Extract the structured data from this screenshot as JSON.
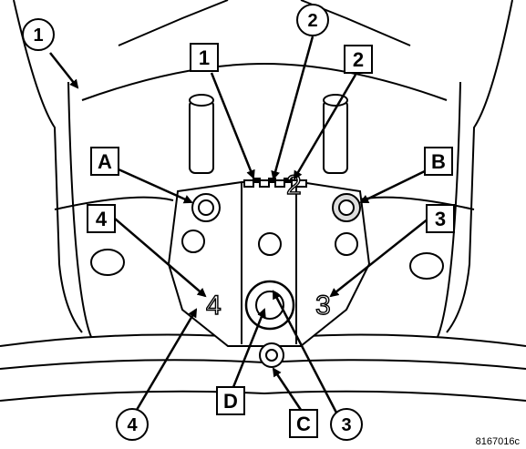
{
  "callouts": {
    "circle_1_top": "1",
    "circle_2_top": "2",
    "circle_3_bottom": "3",
    "circle_4_bottom": "4",
    "box_1": "1",
    "box_2": "2",
    "box_3": "3",
    "box_4": "4",
    "box_A": "A",
    "box_B": "B",
    "box_C": "C",
    "box_D": "D"
  },
  "part_markings": {
    "left_digit": "4",
    "right_digit": "3",
    "center_digit": "2"
  },
  "figure_id": "8167016c"
}
